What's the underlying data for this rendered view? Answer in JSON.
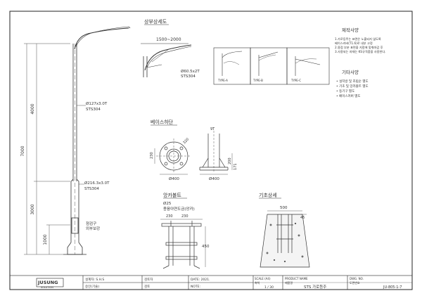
{
  "sections": {
    "top_detail": "상부상세도",
    "base_plate": "베이스하단",
    "anchor_bolt": "앙카볼트",
    "foundation": "기초상세"
  },
  "notes": {
    "title1": "제작사양",
    "items1": [
      "1.가로등주는 표면은 노출되지 않도록",
      "  베이스커버(T1.6)로 내부 고정",
      "2.용접 부분 표면을 지정에 맞춰마감 후",
      "3.사용되는 자재는 KS규격품을 사용한다."
    ],
    "title2": "기타사양",
    "items2": [
      "• 설치방 및 조립순 별도",
      "• 기초 및 앙카볼트 별도",
      "• 등기구 별도",
      "• 베이스커버 별도"
    ]
  },
  "labels": {
    "pole_upper": "Ø127x3.0T",
    "pole_upper_mat": "STS304",
    "pole_lower": "Ø216.3x3.0T",
    "pole_lower_mat": "STS304",
    "arm_size": "Ø60.5x2T",
    "arm_mat": "STS304",
    "arm_len": "1500~2000",
    "dim_total": "7000",
    "dim_upper": "4000",
    "dim_lower": "3000",
    "dim_base": "1000",
    "door": "점검구",
    "door2": "외부보강",
    "type_a": "TYPE-A",
    "type_b": "TYPE-B",
    "type_c": "TYPE-C",
    "plate_400": "Ø400",
    "plate_400b": "Ø400",
    "plate_320": "320",
    "plate_9t": "9T",
    "plate_230": "230",
    "plate_200": "200",
    "plate_171": "171",
    "anchor_name": "Ø25",
    "anchor_desc": "용융아연도금(앙카)",
    "anchor_230a": "230",
    "anchor_230b": "230",
    "anchor_450": "450",
    "found_500": "500",
    "found_45": "45"
  },
  "title_block": {
    "logo": "JUSUNG",
    "logo_sub": "SOLUTION",
    "design_lbl": "설계자",
    "design_val": "S.H.S",
    "check_lbl": "검토자",
    "approve_lbl": "승인(기술)",
    "approve_val": "",
    "review_lbl": "검토",
    "date_lbl": "DATE",
    "date_val": "2021.",
    "note_lbl": "NOTE",
    "scale_lbl": "SCALE (A4)",
    "scale_val": "축척",
    "scale_num": "1 / 30",
    "product_lbl": "PRODUCT NAME",
    "product_val1": "제품명",
    "product_val2": "STS 가로등주",
    "dwg_lbl": "DWG. NO.",
    "dwg_val1": "도면번호",
    "dwg_val2": "JU-805-1-7"
  }
}
